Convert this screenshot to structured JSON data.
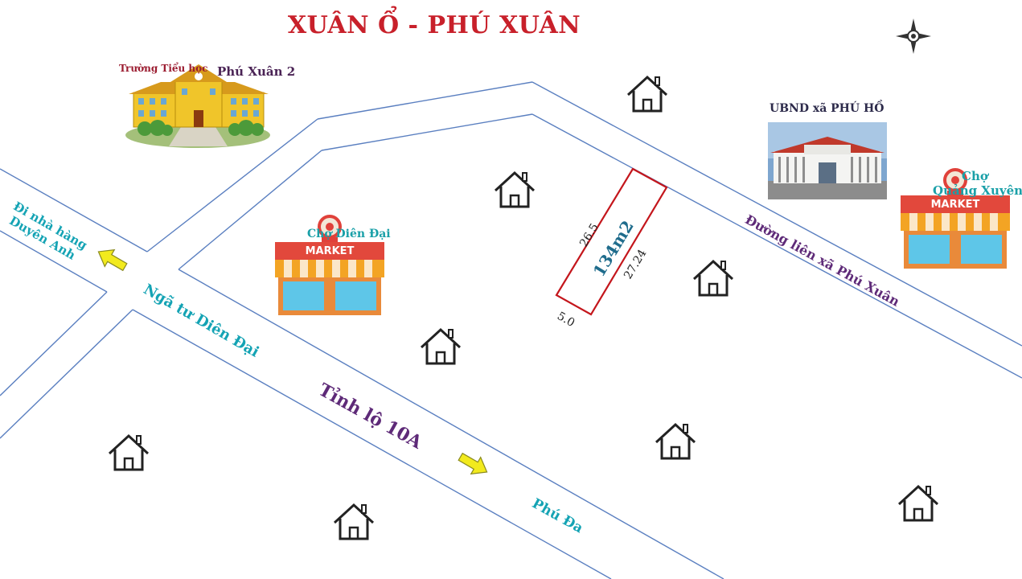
{
  "title": "XUÂN Ổ -  PHÚ XUÂN",
  "landmarks": {
    "school_label_1": "Trường Tiểu học",
    "school_label_2": "Phú Xuân 2",
    "ubnd_label": "UBND xã PHÚ HỒ",
    "market_dien_dai": "Chợ Diên Đại",
    "market_quang_xuyen_1": "Chợ",
    "market_quang_xuyen_2": "Quảng Xuyên",
    "market_sign": "MARKET"
  },
  "roads": {
    "tinh_lo": "Tỉnh lộ 10A",
    "nga_tu": "Ngã tư Diên Đại",
    "lien_xa": "Đường liên xã Phú Xuân",
    "phu_da": "Phú Đa",
    "duyen_anh_1": "Đi nhà hàng",
    "duyen_anh_2": "Duyên Anh"
  },
  "plot": {
    "area": "134m2",
    "side_left": "26.5",
    "side_right": "27.24",
    "side_bottom": "5.0"
  },
  "colors": {
    "title": "#c8202a",
    "road_line": "#5a7fc0",
    "teal_text": "#14a3b4",
    "purple_text": "#5e2a78",
    "plot_border": "#c4161c",
    "arrow": "#f2ea1d"
  },
  "icons": [
    "compass-icon",
    "house-icon",
    "market-icon",
    "school-icon",
    "government-building-icon",
    "arrow-icon"
  ]
}
